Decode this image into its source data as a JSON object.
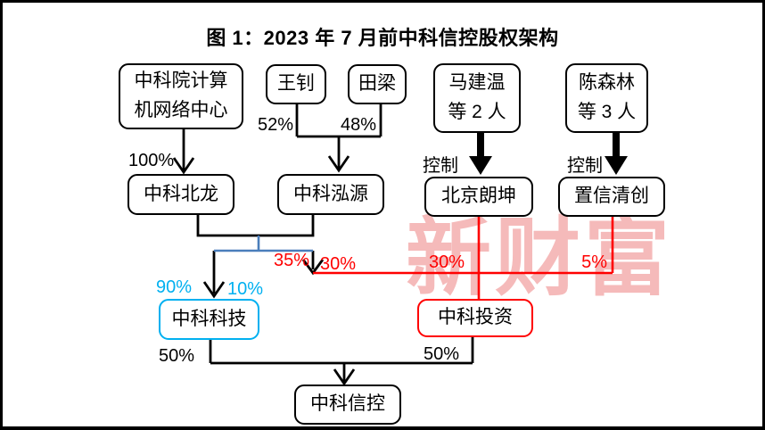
{
  "title": "图 1：2023 年 7 月前中科信控股权架构",
  "watermark": "新财富",
  "colors": {
    "line_black": "#000000",
    "line_red": "#FF0000",
    "highlight_cyan": "#00B0F0",
    "connector_blue": "#4A7EBB",
    "watermark_pink": "rgba(232,90,90,0.42)"
  },
  "nodes": {
    "cas": {
      "line1": "中科院计算",
      "line2": "机网络中心"
    },
    "wang": {
      "label": "王钊"
    },
    "tian": {
      "label": "田梁"
    },
    "ma": {
      "line1": "马建温",
      "line2": "等 2 人"
    },
    "chen": {
      "line1": "陈森林",
      "line2": "等 3 人"
    },
    "beilong": {
      "label": "中科北龙"
    },
    "hongyuan": {
      "label": "中科泓源"
    },
    "langkun": {
      "label": "北京朗坤"
    },
    "zhixin": {
      "label": "置信清创"
    },
    "keji": {
      "label": "中科科技"
    },
    "touzi": {
      "label": "中科投资"
    },
    "xinkong": {
      "label": "中科信控"
    }
  },
  "edge_labels": {
    "pct100": "100%",
    "pct52": "52%",
    "pct48": "48%",
    "control1": "控制",
    "control2": "控制",
    "pct90": "90%",
    "pct10": "10%",
    "pct35": "35%",
    "pct30a": "30%",
    "pct30b": "30%",
    "pct5": "5%",
    "pct50a": "50%",
    "pct50b": "50%"
  }
}
